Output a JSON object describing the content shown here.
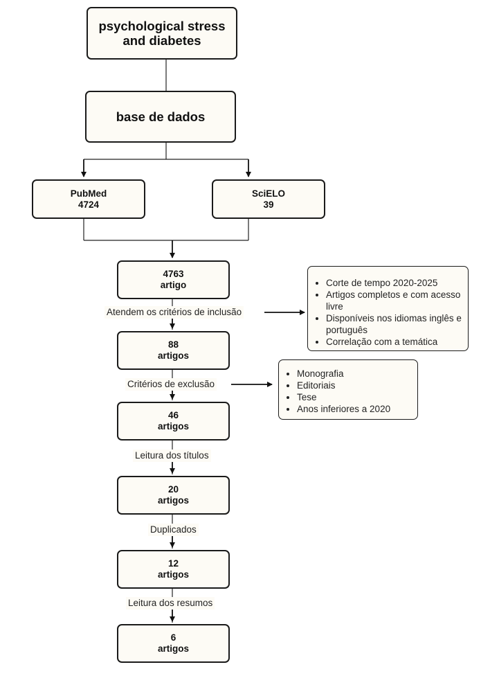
{
  "topic": {
    "line1": "psychological stress",
    "line2": "and diabetes"
  },
  "database": "base de dados",
  "sources": [
    {
      "name": "PubMed",
      "count": "4724"
    },
    {
      "name": "SciELO",
      "count": "39"
    }
  ],
  "steps": [
    {
      "value": "4763",
      "unit": "artigo"
    },
    {
      "value": "88",
      "unit": "artigos"
    },
    {
      "value": "46",
      "unit": "artigos"
    },
    {
      "value": "20",
      "unit": "artigos"
    },
    {
      "value": "12",
      "unit": "artigos"
    },
    {
      "value": "6",
      "unit": "artigos"
    }
  ],
  "filters": [
    "Atendem os critérios de inclusão",
    "Critérios de exclusão",
    "Leitura dos títulos",
    "Duplicados",
    "Leitura dos resumos"
  ],
  "inclusion_criteria": [
    "Corte de tempo 2020-2025",
    "Artigos completos e com acesso livre",
    "Disponíveis nos idiomas inglês e português",
    "Correlação com a temática"
  ],
  "exclusion_criteria": [
    "Monografia",
    "Editoriais",
    "Tese",
    "Anos inferiores a 2020"
  ]
}
